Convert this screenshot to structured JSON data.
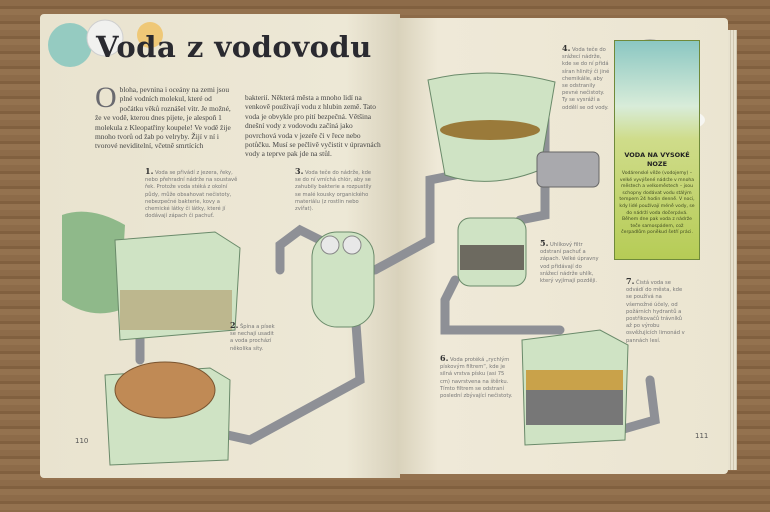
{
  "spread": {
    "title": "Voda z vodovodu",
    "intro": {
      "drop_cap": "O",
      "col1": "bloha, pevnina i oceány na zemi jsou plné vodních molekul, které od počátku věků roznášel vítr. Je možné, že ve vodě, kterou dnes pijete, je alespoň 1 molekula z Kleopatřiny koupele! Ve vodě žije mnoho tvorů od žab po velryby. Žijí v ní i tvorové neviditelní, včetně smrtících",
      "col2": "bakterií. Některá města a mnoho lidí na venkově používají vodu z hlubin země. Tato voda je obvykle pro pití bezpečná. Většina dnešní vody z vodovodu začíná jako povrchová voda v jezeře či v řece nebo potůčku. Musí se pečlivě vyčistit v úpravnách vody a teprve pak jde na stůl."
    },
    "steps": [
      {
        "num": "1.",
        "text": "Voda se přivádí z jezera, řeky, nebo přehradní nádrže na soustavě řek. Protože voda stéká z okolní půdy, může obsahovat nečistoty, nebezpečné bakterie, kovy a chemické látky či látky, které jí dodávají zápach či pachuť."
      },
      {
        "num": "2.",
        "text": "Špína a písek se nechají usadit a voda prochází několika síty."
      },
      {
        "num": "3.",
        "text": "Voda teče do nádrže, kde se do ní vmíchá chlór, aby se zahubily bakterie a rozpustily se malé kousky organického materiálu (z rostlin nebo zvířat)."
      },
      {
        "num": "4.",
        "text": "Voda teče do srážecí nádrže, kde se do ní přidá síran hlinitý či jiné chemikálie, aby se odstranily pevné nečistoty. Ty se vysráží a oddělí se od vody."
      },
      {
        "num": "5.",
        "text": "Uhlíkový filtr odstraní pachuť a zápach. Velké úpravny vod přidávají do srážecí nádrže uhlík, který vyjímají později."
      },
      {
        "num": "6.",
        "text": "Voda protéká „rychlým pískovým filtrem“, kde je silná vrstva písku (asi 75 cm) navrstvena na štěrku. Tímto filtrem se odstraní poslední zbývající nečistoty."
      },
      {
        "num": "7.",
        "text": "Čistá voda se odvádí do města, kde se používá na všemožné účely, od požárních hydrantů a postřikovačů trávníků až po výrobu osvěžujících limonád v pannách lesí."
      }
    ],
    "sidebar": {
      "title": "Voda na vysoké noze",
      "text": "Vodárenské věže (vodojemy) – velké vyvýšené nádrže v mnoha městech a velkoměstech – jsou schopny dodávat vodu stálým tempem 24 hodin denně. V noci, kdy lidé používají méně vody, se do nádrží voda dočerpává. Během dne pak voda z nádrže teče samospádem, což čerpadlům poněkud šetří práci."
    },
    "page_numbers": [
      "110",
      "111"
    ],
    "colors": {
      "pipe": "#8e9096",
      "tank_green": "#cfe3c4",
      "sky": "#8bc7c2",
      "wood": "#8b6a48"
    }
  }
}
